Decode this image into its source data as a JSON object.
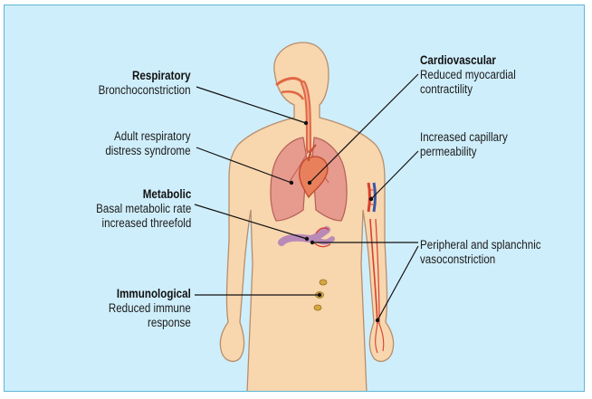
{
  "diagram": {
    "colors": {
      "background": "#cfeefb",
      "border": "#5eb6d8",
      "body_fill": "#f8d6ae",
      "body_outline": "#b78e6c",
      "lung_fill": "#e79a8e",
      "airway": "#e06845",
      "gut": "#b98ab7",
      "vessel_red": "#d64030",
      "vessel_blue": "#3c55a8",
      "node": "#d6a640",
      "leader": "#111111"
    },
    "labels": {
      "respiratory": {
        "heading": "Respiratory",
        "line1": "Bronchoconstriction"
      },
      "ards": {
        "line1": "Adult respiratory",
        "line2": "distress syndrome"
      },
      "metabolic": {
        "heading": "Metabolic",
        "line1": "Basal metabolic rate",
        "line2": "increased threefold"
      },
      "immunological": {
        "heading": "Immunological",
        "line1": "Reduced immune",
        "line2": "response"
      },
      "cardiovascular": {
        "heading": "Cardiovascular",
        "line1": "Reduced myocardial",
        "line2": "contractility"
      },
      "capillary": {
        "line1": "Increased capillary",
        "line2": "permeability"
      },
      "vasoconstriction": {
        "line1": "Peripheral and splanchnic",
        "line2": "vasoconstriction"
      }
    }
  }
}
